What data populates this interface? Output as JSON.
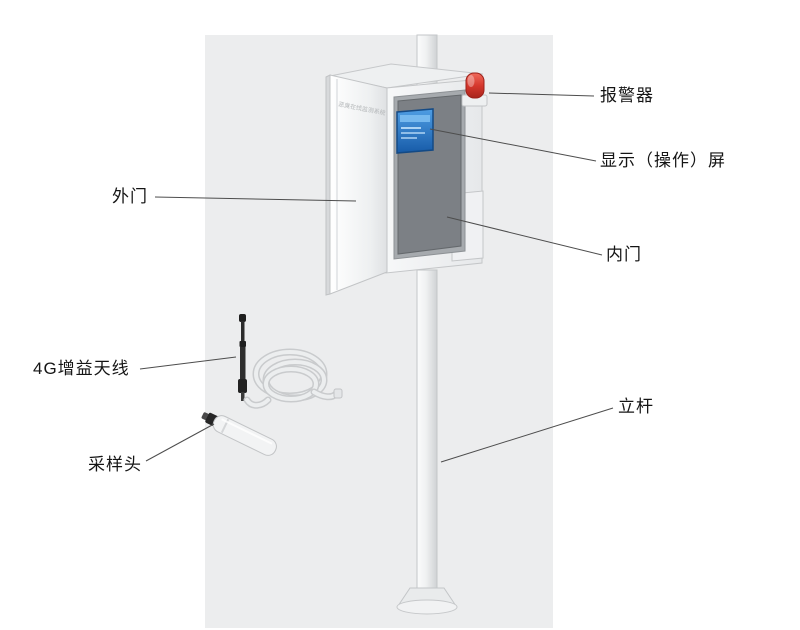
{
  "page": {
    "background": "#ffffff",
    "panel_color": "#ecedee"
  },
  "labels": {
    "alarm": "报警器",
    "display_screen": "显示（操作）屏",
    "outer_door": "外门",
    "inner_door": "内门",
    "antenna_4g": "4G增益天线",
    "sampling_head": "采样头",
    "pole": "立杆"
  },
  "illustration": {
    "door_text": "恶臭在线监测系统",
    "parts": [
      {
        "id": "alarm-beacon-icon",
        "label_key": "alarm"
      },
      {
        "id": "display-screen-icon",
        "label_key": "display_screen"
      },
      {
        "id": "outer-door-icon",
        "label_key": "outer_door"
      },
      {
        "id": "inner-door-icon",
        "label_key": "inner_door"
      },
      {
        "id": "antenna-4g-icon",
        "label_key": "antenna_4g"
      },
      {
        "id": "sampling-head-icon",
        "label_key": "sampling_head"
      },
      {
        "id": "pole-icon",
        "label_key": "pole"
      }
    ]
  },
  "colors": {
    "beacon_red": "#d6382d",
    "screen_blue": "#1f6fc6",
    "inner_panel_gray": "#7c8085",
    "leader_line": "#4d4d4d",
    "label_text": "#151515"
  }
}
